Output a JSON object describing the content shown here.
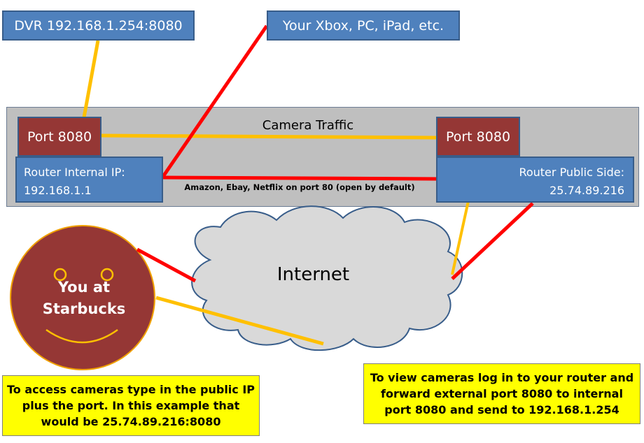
{
  "dvr_label": "DVR 192.168.1.254:8080",
  "devices_label": "Your Xbox, PC, iPad, etc.",
  "router": {
    "left_port_label": "Port 8080",
    "right_port_label": "Port 8080",
    "internal_ip_label": "Router Internal IP:",
    "internal_ip_value": "192.168.1.1",
    "public_side_label": "Router Public Side:",
    "public_side_value": "25.74.89.216",
    "camera_traffic_label": "Camera Traffic",
    "web_traffic_label": "Amazon, Ebay, Netflix on port 80 (open by default)"
  },
  "internet_label": "Internet",
  "user_line1": "You at",
  "user_line2": "Starbucks",
  "notes": {
    "left_line1": "To access cameras type in the public IP",
    "left_line2": "plus the port. In this example that",
    "left_line3": "would be 25.74.89.216:8080",
    "right_line1": "To view cameras log in to your router and",
    "right_line2": "forward external port 8080 to internal",
    "right_line3": "port 8080 and send to 192.168.1.254"
  },
  "colors": {
    "box_blue": "#4f81bd",
    "port_maroon": "#953735",
    "router_gray": "#bfbfbf",
    "camera_line_orange": "#ffc000",
    "web_line_red": "#ff0000",
    "note_yellow": "#ffff00",
    "cloud_gray": "#d9d9d9"
  }
}
